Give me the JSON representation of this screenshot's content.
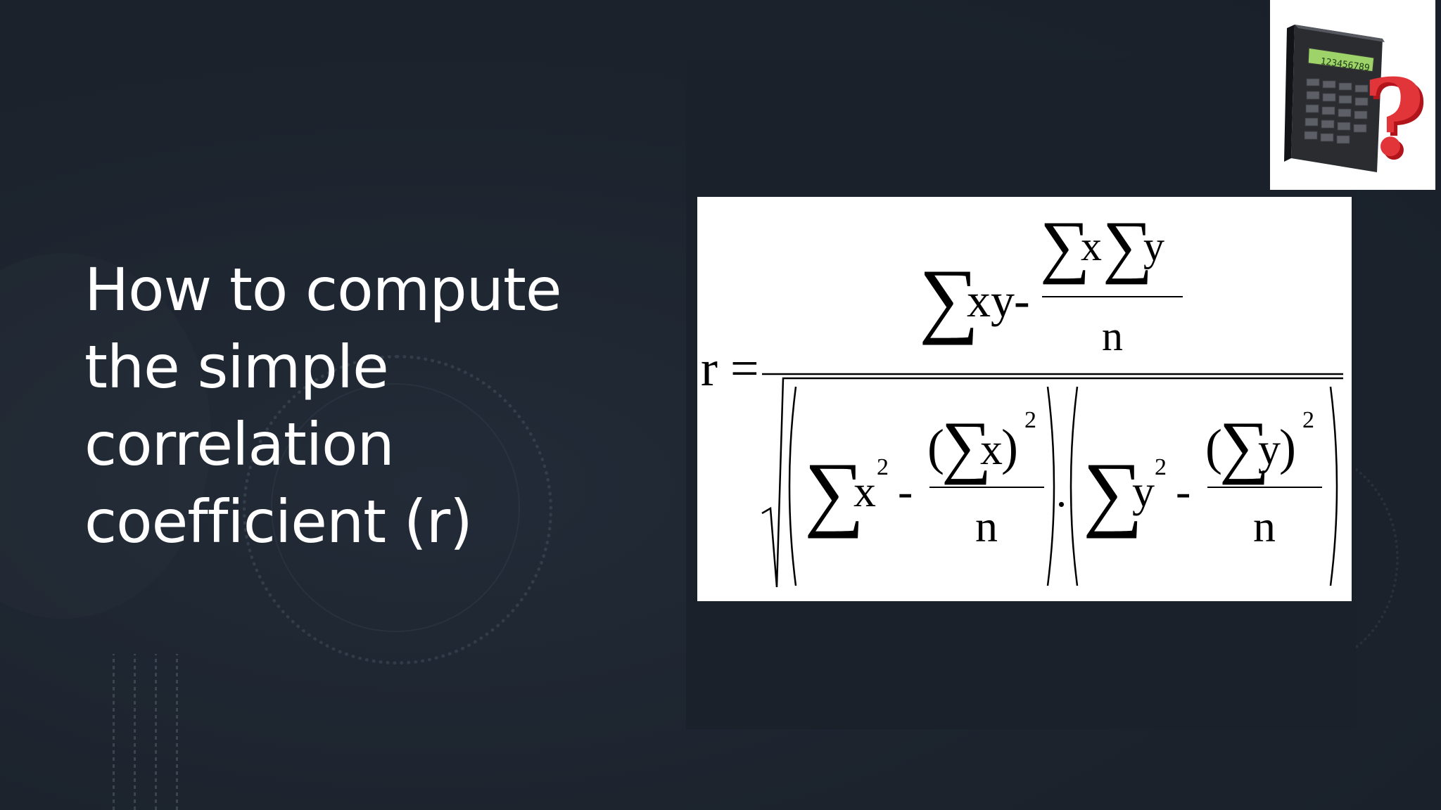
{
  "slide": {
    "title_lines": [
      "How to compute",
      "the simple",
      "correlation",
      "coefficient (r)"
    ]
  },
  "formula": {
    "lhs": "r =",
    "sigma": "∑",
    "numerator": {
      "first_term": "xy",
      "minus": "-",
      "fraction_top_x": "x",
      "fraction_top_y": "y",
      "fraction_bottom": "n"
    },
    "denominator": {
      "left": {
        "var": "x",
        "exponent": "2",
        "minus": "-",
        "open_paren": "(",
        "inner_var": "x",
        "close_paren": ")",
        "inner_exponent": "2",
        "divisor": "n"
      },
      "dot": ".",
      "right": {
        "var": "y",
        "exponent": "2",
        "minus": "-",
        "open_paren": "(",
        "inner_var": "y",
        "close_paren": ")",
        "inner_exponent": "2",
        "divisor": "n"
      }
    }
  },
  "calculator": {
    "display_text": "123456789",
    "badge": "?"
  },
  "colors": {
    "background": "#1d2530",
    "title_text": "#ffffff",
    "formula_background": "#ffffff",
    "question_mark": "#d7262c",
    "calculator_display": "#9ed36a"
  },
  "icons": [
    "calculator-icon",
    "question-mark-icon"
  ]
}
